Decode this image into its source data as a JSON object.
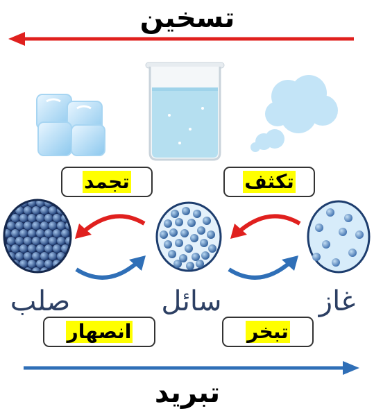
{
  "top_label": "تسخين",
  "bottom_label": "تبريد",
  "states": {
    "solid": "صلب",
    "liquid": "سائل",
    "gas": "غاز"
  },
  "processes": {
    "freezing": "تجمد",
    "condensation": "تكثف",
    "melting": "انصهار",
    "evaporation": "تبخر"
  },
  "colors": {
    "heating_arrow": "#e0201e",
    "cooling_arrow": "#2f6fb7",
    "highlight": "#ffff00"
  }
}
